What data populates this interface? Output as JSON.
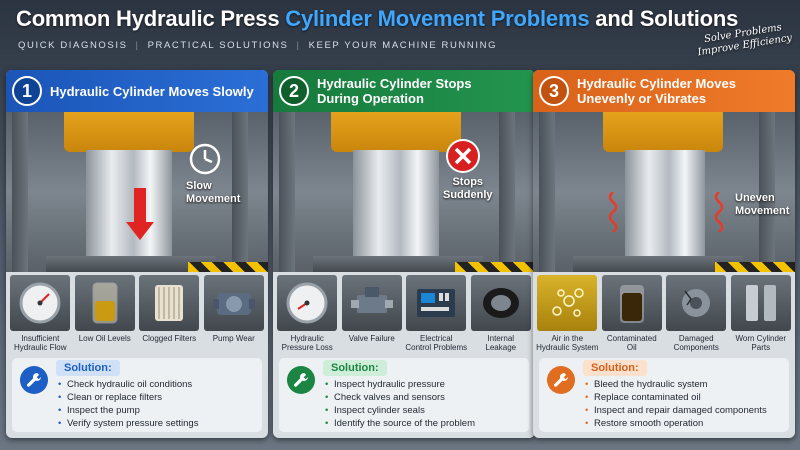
{
  "header": {
    "title_part1": "Common Hydraulic Press ",
    "title_highlight": "Cylinder Movement Problems",
    "title_part2": " and Solutions",
    "subtitle_items": [
      "QUICK DIAGNOSIS",
      "PRACTICAL SOLUTIONS",
      "KEEP YOUR MACHINE RUNNING"
    ],
    "slogan_line1": "Solve Problems",
    "slogan_line2": "Improve Efficiency"
  },
  "colors": {
    "highlight": "#3fa7ff",
    "panel1": "#1b55b8",
    "panel2": "#167a3c",
    "panel3": "#d9621a",
    "alert_red": "#e02424"
  },
  "panels": [
    {
      "number": "1",
      "title": "Hydraulic Cylinder Moves Slowly",
      "scene_icon": "clock-icon",
      "scene_label_line1": "Slow",
      "scene_label_line2": "Movement",
      "causes": [
        {
          "icon": "pressure-gauge-icon",
          "label_line1": "Insufficient",
          "label_line2": "Hydraulic Flow"
        },
        {
          "icon": "oil-jar-icon",
          "label_line1": "Low Oil Levels",
          "label_line2": ""
        },
        {
          "icon": "filter-icon",
          "label_line1": "Clogged Filters",
          "label_line2": ""
        },
        {
          "icon": "pump-icon",
          "label_line1": "Pump Wear",
          "label_line2": ""
        }
      ],
      "solution_label": "Solution:",
      "solutions": [
        "Check hydraulic oil conditions",
        "Clean or replace filters",
        "Inspect the pump",
        "Verify system pressure settings"
      ]
    },
    {
      "number": "2",
      "title_line1": "Hydraulic Cylinder Stops",
      "title_line2": "During Operation",
      "scene_icon": "stop-x-icon",
      "scene_label_line1": "Stops",
      "scene_label_line2": "Suddenly",
      "causes": [
        {
          "icon": "pressure-gauge-icon",
          "label_line1": "Hydraulic",
          "label_line2": "Pressure Loss"
        },
        {
          "icon": "valve-icon",
          "label_line1": "Valve Failure",
          "label_line2": ""
        },
        {
          "icon": "electrical-panel-icon",
          "label_line1": "Electrical",
          "label_line2": "Control Problems"
        },
        {
          "icon": "seal-ring-icon",
          "label_line1": "Internal",
          "label_line2": "Leakage"
        }
      ],
      "solution_label": "Solution:",
      "solutions": [
        "Inspect hydraulic pressure",
        "Check valves and sensors",
        "Inspect cylinder seals",
        "Identify the source of the problem"
      ]
    },
    {
      "number": "3",
      "title_line1": "Hydraulic Cylinder Moves",
      "title_line2": "Unevenly or Vibrates",
      "scene_icon": "vibration-icon",
      "scene_label_line1": "Uneven",
      "scene_label_line2": "Movement",
      "causes": [
        {
          "icon": "air-bubbles-icon",
          "label_line1": "Air in the",
          "label_line2": "Hydraulic System"
        },
        {
          "icon": "dirty-oil-icon",
          "label_line1": "Contaminated",
          "label_line2": "Oil"
        },
        {
          "icon": "damaged-part-icon",
          "label_line1": "Damaged",
          "label_line2": "Components"
        },
        {
          "icon": "cylinder-parts-icon",
          "label_line1": "Worn Cylinder",
          "label_line2": "Parts"
        }
      ],
      "solution_label": "Solution:",
      "solutions": [
        "Bleed the hydraulic system",
        "Replace contaminated oil",
        "Inspect and repair damaged components",
        "Restore smooth operation"
      ]
    }
  ]
}
